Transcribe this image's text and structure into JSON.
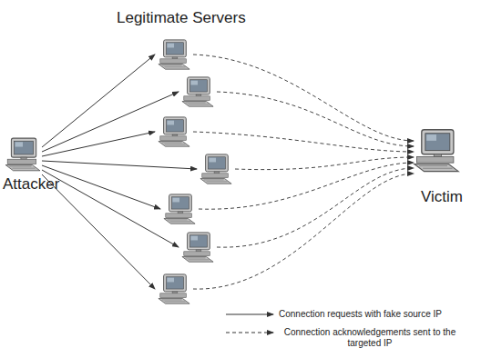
{
  "diagram": {
    "nodes": [
      {
        "text": [
          "Attacker"
        ]
      },
      {
        "text": [
          "Victim"
        ]
      }
    ],
    "labels": [
      "Legitimate Servers"
    ],
    "legend": [
      {
        "text": "Connection requests with fake source IP"
      },
      {
        "text": "Connection acknowledgements sent to the targeted IP"
      }
    ]
  }
}
